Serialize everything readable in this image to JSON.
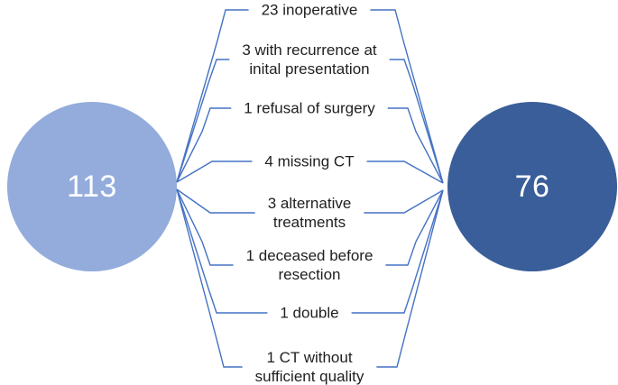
{
  "diagram": {
    "type": "patient-flow-exclusion-diagram",
    "left_circle": {
      "value": "113",
      "color": "#93ACDC"
    },
    "right_circle": {
      "value": "76",
      "color": "#3A5E99"
    },
    "connector_color": "#4472C4",
    "exclusions": [
      {
        "text": "23 inoperative"
      },
      {
        "text": "3 with recurrence at\ninital presentation"
      },
      {
        "text": "1 refusal of surgery"
      },
      {
        "text": "4 missing CT"
      },
      {
        "text": "3 alternative\ntreatments"
      },
      {
        "text": "1 deceased before\nresection"
      },
      {
        "text": "1 double"
      },
      {
        "text": "1 CT without\nsufficient quality"
      }
    ]
  }
}
